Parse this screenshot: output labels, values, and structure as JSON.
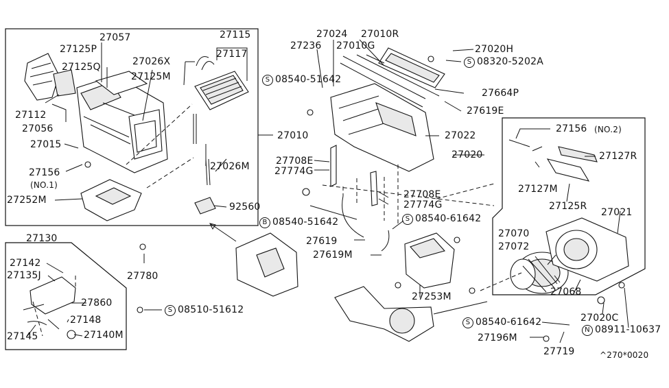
{
  "labels": {
    "p27057": "27057",
    "p27125P": "27125P",
    "p27125Q": "27125Q",
    "p27026X": "27026X",
    "p27125M": "27125M",
    "p27115": "27115",
    "p27117": "27117",
    "p27112": "27112",
    "p27056": "27056",
    "p27015": "27015",
    "p27156_1": "27156",
    "p27156_1_note": "(NO.1)",
    "p27026M": "27026M",
    "p27010": "27010",
    "p27252M": "27252M",
    "p92560": "92560",
    "p27130": "27130",
    "p27142": "27142",
    "p27135J": "27135J",
    "p27860": "27860",
    "p27148": "27148",
    "p27145": "27145",
    "p27140M": "27140M",
    "p27780": "27780",
    "s08510": "08510-51612",
    "p27024": "27024",
    "p27010R": "27010R",
    "p27236": "27236",
    "p27010G": "27010G",
    "p27020H": "27020H",
    "s08320": "08320-5202A",
    "s08540_a": "08540-51642",
    "p27664P": "27664P",
    "p27619E": "27619E",
    "p27022": "27022",
    "p27708E_a": "27708E",
    "p27774G_a": "27774G",
    "p27708E_b": "27708E",
    "p27774G_b": "27774G",
    "b08540": "08540-51642",
    "s08540_b": "08540-61642",
    "p27619": "27619",
    "p27619M": "27619M",
    "p27253M": "27253M",
    "p27020": "27020",
    "p27156_2": "27156",
    "p27156_2_note": "(NO.2)",
    "p27127R": "27127R",
    "p27127M": "27127M",
    "p27125R": "27125R",
    "p27021": "27021",
    "p27070": "27070",
    "p27072": "27072",
    "p27068": "27068",
    "p27020C": "27020C",
    "s08540_c": "08540-61642",
    "n08911": "08911-10637",
    "p27196M": "27196M",
    "p27719": "27719",
    "ref": "^270*0020"
  },
  "symbols": {
    "s": "S",
    "b": "B",
    "n": "N"
  }
}
